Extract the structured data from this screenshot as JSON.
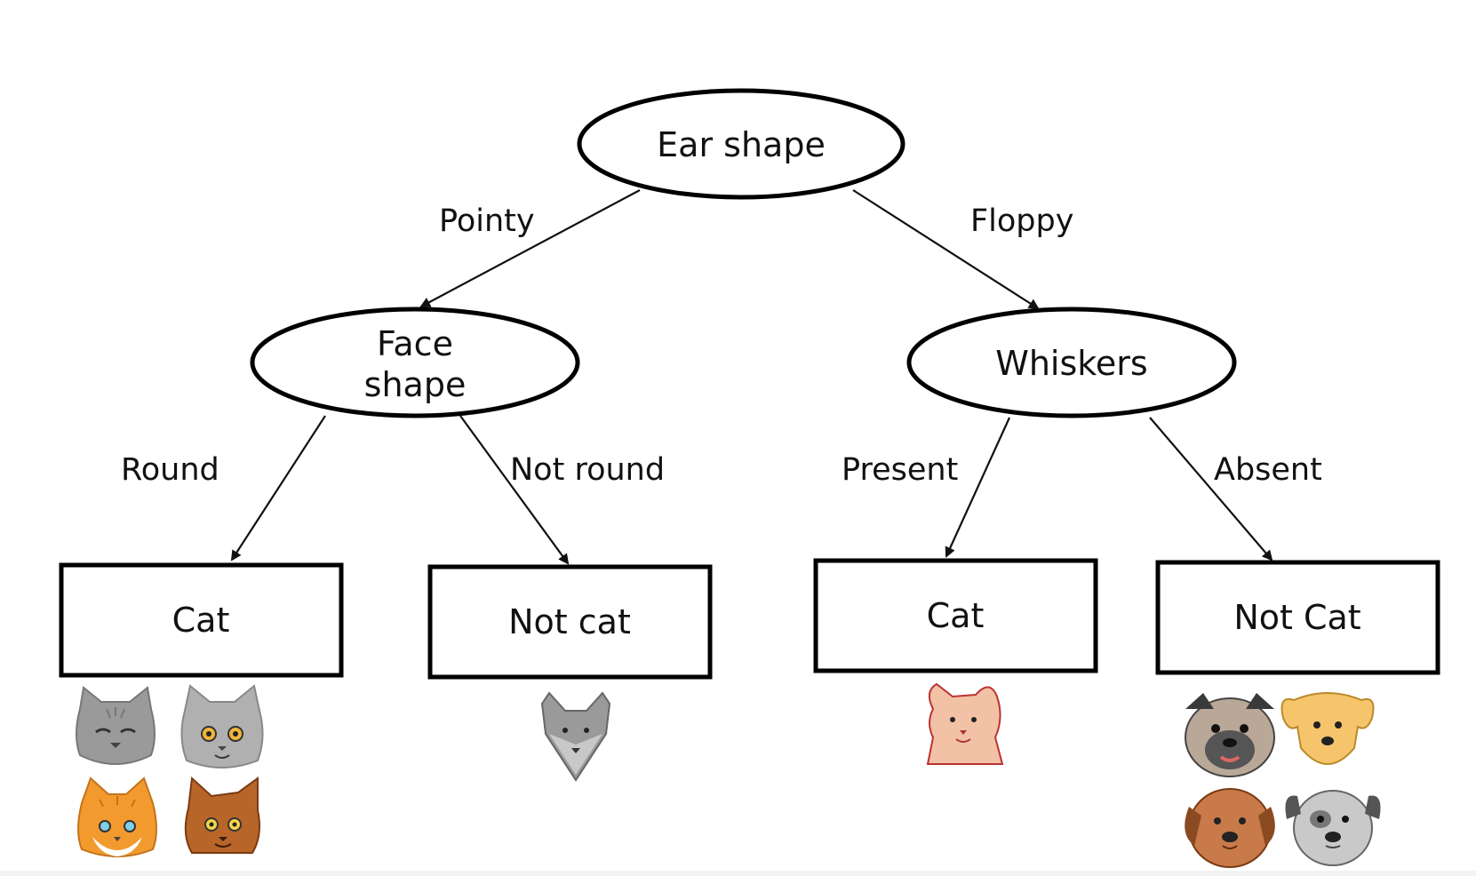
{
  "root": {
    "label": "Ear shape"
  },
  "edges": {
    "pointy": "Pointy",
    "floppy": "Floppy",
    "round": "Round",
    "not_round": "Not round",
    "present": "Present",
    "absent": "Absent"
  },
  "nodes": {
    "face_shape": {
      "line1": "Face",
      "line2": "shape"
    },
    "whiskers": {
      "label": "Whiskers"
    }
  },
  "leaves": {
    "cat_1": "Cat",
    "not_cat": "Not cat",
    "cat_2": "Cat",
    "not_cat_2": "Not Cat"
  },
  "icons": {
    "leaf_cat_1": [
      "gray-tabby-cat-icon",
      "gray-fluffy-cat-icon",
      "orange-cat-icon",
      "brown-cat-icon"
    ],
    "leaf_not_cat": [
      "gray-cat-pointy-face-icon"
    ],
    "leaf_cat_2": [
      "pink-floppy-ear-cat-icon"
    ],
    "leaf_not_cat_2": [
      "pug-dog-icon",
      "yellow-dog-icon",
      "brown-dog-icon",
      "gray-dog-icon"
    ]
  },
  "colors": {
    "gray_cat": "#9a9a9a",
    "orange_cat": "#f39a2f",
    "brown_cat": "#b8652a",
    "pink_cat": "#f2c1a6",
    "pug": "#b9a898",
    "yellow_dog": "#f6c46a",
    "brown_dog": "#c97a4a",
    "gray_dog": "#c9c9c9"
  }
}
